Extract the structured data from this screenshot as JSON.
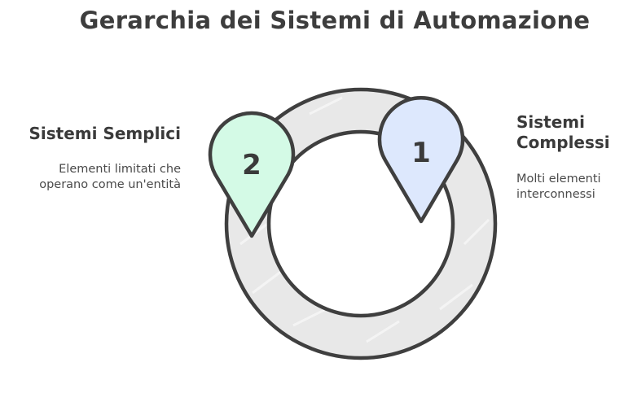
{
  "title": "Gerarchia dei Sistemi di Automazione",
  "left_item": {
    "number": "2",
    "title": "Sistemi Semplici",
    "description": "Elementi limitati che operano come un'entità",
    "color": "#d4fae6"
  },
  "right_item": {
    "number": "1",
    "title": "Sistemi Complessi",
    "description": "Molti elementi interconnessi",
    "color": "#dde8fd"
  },
  "colors": {
    "ring_fill": "#e8e8e8",
    "stroke": "#3f3f3f"
  }
}
